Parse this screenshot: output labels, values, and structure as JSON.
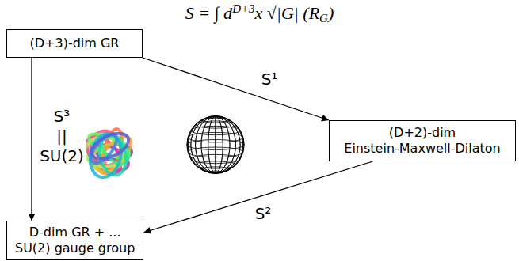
{
  "diagram": {
    "nodes": [
      {
        "text": [
          "(D+3)-dim GR"
        ]
      },
      {
        "text": [
          "(D+2)-dim Einstein-Maxwell-Dilaton"
        ]
      },
      {
        "text": [
          "D-dim GR + ... SU(2) gauge group"
        ]
      }
    ],
    "edges": [
      {
        "from": 0,
        "to": 1,
        "label": "S¹",
        "arrow": "to"
      },
      {
        "from": 0,
        "to": 2,
        "label": "S³ || SU(2)",
        "arrow": "to"
      },
      {
        "from": 1,
        "to": 2,
        "label": "S²",
        "arrow": "to"
      }
    ],
    "labels": [
      "S = ∫ d",
      "D+3",
      "x √|G| (R",
      "G",
      ")"
    ]
  }
}
